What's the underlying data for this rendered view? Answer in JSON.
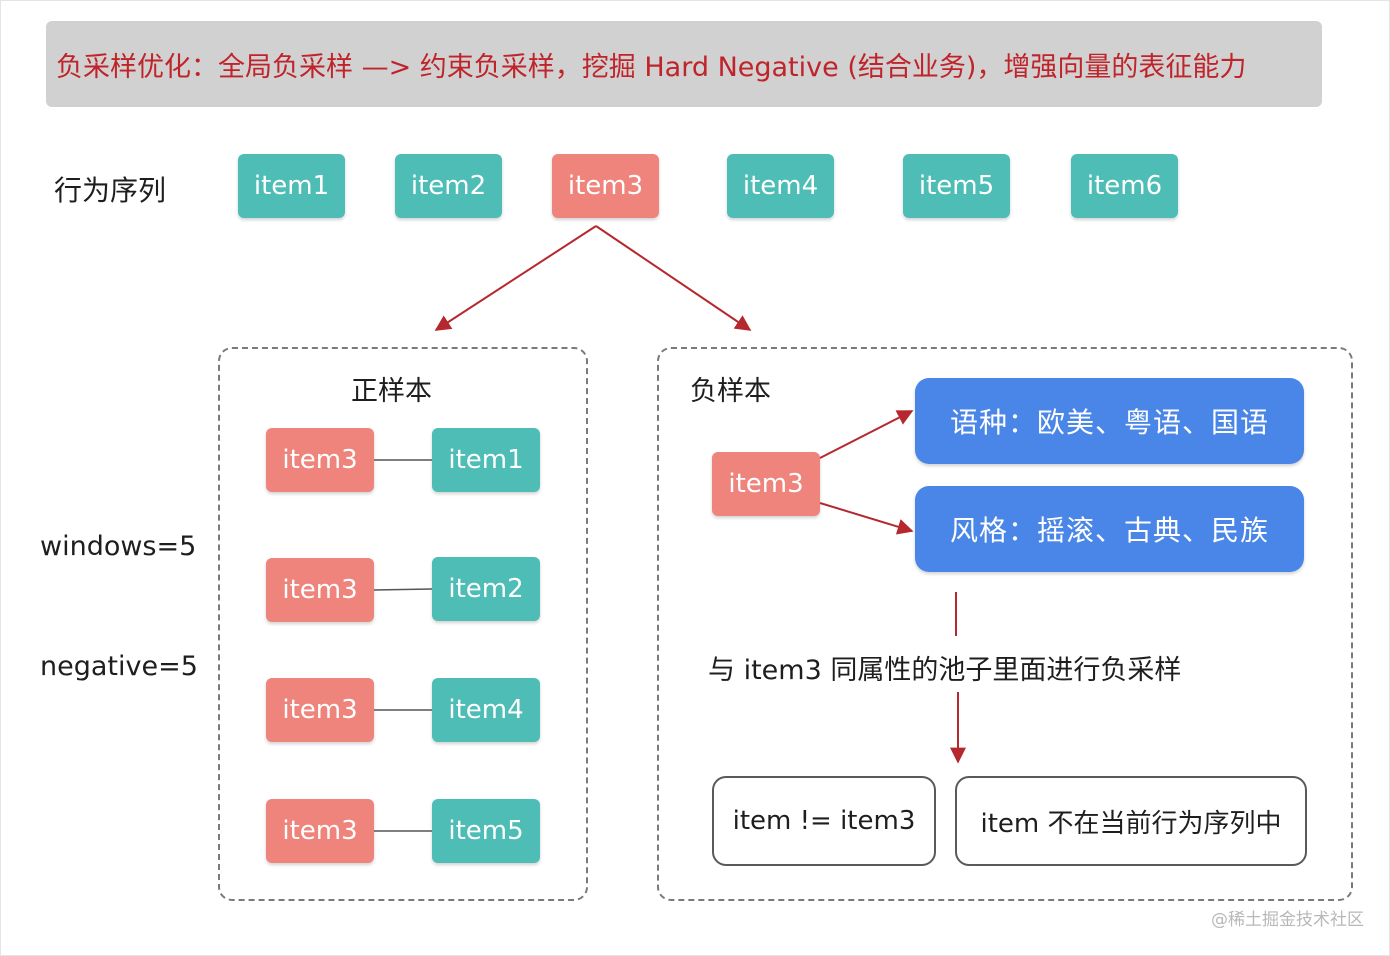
{
  "title": "负采样优化：全局负采样  —>  约束负采样，挖掘 Hard Negative (结合业务)，增强向量的表征能力",
  "sequence": {
    "label": "行为序列",
    "items": [
      "item1",
      "item2",
      "item3",
      "item4",
      "item5",
      "item6"
    ]
  },
  "params": {
    "windows": "windows=5",
    "negative": "negative=5"
  },
  "positive": {
    "title": "正样本",
    "pairs": [
      {
        "left": "item3",
        "right": "item1"
      },
      {
        "left": "item3",
        "right": "item2"
      },
      {
        "left": "item3",
        "right": "item4"
      },
      {
        "left": "item3",
        "right": "item5"
      }
    ]
  },
  "negative": {
    "title": "负样本",
    "anchor": "item3",
    "attr_language": "语种：欧美、粤语、国语",
    "attr_style": "风格：摇滚、古典、民族",
    "sampling_note": "与 item3 同属性的池子里面进行负采样",
    "constraint_1": "item != item3",
    "constraint_2": "item 不在当前行为序列中"
  },
  "watermark": "@稀土掘金技术社区",
  "colors": {
    "teal": "#4dbdb6",
    "red": "#ef847d",
    "blue": "#4a86e8",
    "arrow": "#b5282e",
    "title_text": "#c0242b"
  }
}
